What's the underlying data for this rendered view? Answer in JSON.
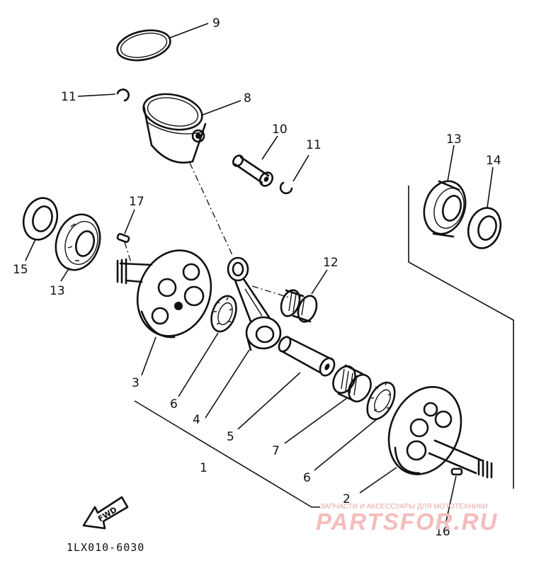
{
  "callouts": [
    {
      "key": "9",
      "text": "9"
    },
    {
      "key": "11a",
      "text": "11"
    },
    {
      "key": "8",
      "text": "8"
    },
    {
      "key": "10",
      "text": "10"
    },
    {
      "key": "11b",
      "text": "11"
    },
    {
      "key": "13a",
      "text": "13"
    },
    {
      "key": "14",
      "text": "14"
    },
    {
      "key": "17",
      "text": "17"
    },
    {
      "key": "15",
      "text": "15"
    },
    {
      "key": "13b",
      "text": "13"
    },
    {
      "key": "12",
      "text": "12"
    },
    {
      "key": "3",
      "text": "3"
    },
    {
      "key": "6a",
      "text": "6"
    },
    {
      "key": "4",
      "text": "4"
    },
    {
      "key": "5",
      "text": "5"
    },
    {
      "key": "1",
      "text": "1"
    },
    {
      "key": "7",
      "text": "7"
    },
    {
      "key": "6b",
      "text": "6"
    },
    {
      "key": "2",
      "text": "2"
    },
    {
      "key": "16",
      "text": "16"
    }
  ],
  "fwd_label": "FWD",
  "diagram_code": "1LX010-6030",
  "watermark": {
    "caption": "ЗАПЧАСТИ И АКСЕССУАРЫ ДЛЯ МОТОТЕХНИКИ",
    "brand": "PARTSFOR.RU"
  },
  "colors": {
    "ink": "#111111",
    "watermark": "#f4bcbc"
  }
}
